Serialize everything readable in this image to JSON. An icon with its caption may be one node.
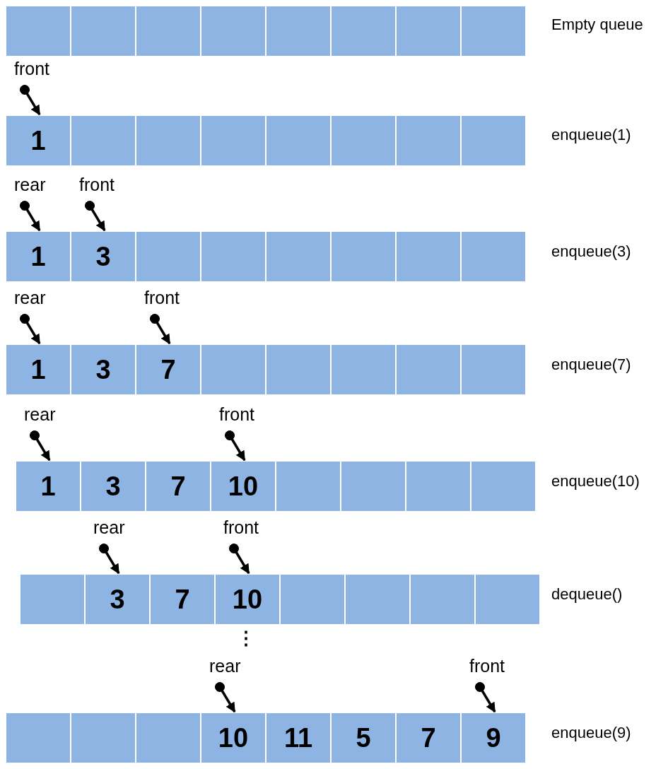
{
  "diagram": {
    "nodes": [
      {
        "text": [],
        "shape": "box"
      },
      {
        "text": [],
        "shape": "box"
      },
      {
        "text": [],
        "shape": "box"
      },
      {
        "text": [],
        "shape": "box"
      },
      {
        "text": [],
        "shape": "box"
      },
      {
        "text": [],
        "shape": "box"
      },
      {
        "text": [],
        "shape": "box"
      },
      {
        "text": [],
        "shape": "box"
      },
      {
        "text": [
          "front"
        ]
      },
      {
        "text": [
          "1"
        ]
      },
      {
        "text": [],
        "shape": "box"
      },
      {
        "text": [],
        "shape": "box"
      },
      {
        "text": [],
        "shape": "box"
      },
      {
        "text": [],
        "shape": "box"
      },
      {
        "text": [],
        "shape": "box"
      },
      {
        "text": [],
        "shape": "box"
      },
      {
        "text": [],
        "shape": "box"
      },
      {
        "text": [
          "rear"
        ]
      },
      {
        "text": [
          "front"
        ]
      },
      {
        "text": [
          "1"
        ]
      },
      {
        "text": [
          "3"
        ]
      },
      {
        "text": [],
        "shape": "box"
      },
      {
        "text": [],
        "shape": "box"
      },
      {
        "text": [],
        "shape": "box"
      },
      {
        "text": [],
        "shape": "box"
      },
      {
        "text": [],
        "shape": "box"
      },
      {
        "text": [],
        "shape": "box"
      },
      {
        "text": [
          "rear"
        ]
      },
      {
        "text": [
          "front"
        ]
      },
      {
        "text": [
          "1"
        ]
      },
      {
        "text": [
          "3"
        ]
      },
      {
        "text": [
          "7"
        ]
      },
      {
        "text": [],
        "shape": "box"
      },
      {
        "text": [],
        "shape": "box"
      },
      {
        "text": [],
        "shape": "box"
      },
      {
        "text": [],
        "shape": "box"
      },
      {
        "text": [],
        "shape": "box"
      },
      {
        "text": [
          "rear"
        ]
      },
      {
        "text": [
          "front"
        ]
      },
      {
        "text": [
          "1"
        ]
      },
      {
        "text": [
          "3"
        ]
      },
      {
        "text": [
          "7"
        ]
      },
      {
        "text": [
          "10"
        ]
      },
      {
        "text": [],
        "shape": "box"
      },
      {
        "text": [],
        "shape": "box"
      },
      {
        "text": [],
        "shape": "box"
      },
      {
        "text": [],
        "shape": "box"
      },
      {
        "text": [
          "rear"
        ]
      },
      {
        "text": [
          "front"
        ]
      },
      {
        "text": [],
        "shape": "box"
      },
      {
        "text": [
          "3"
        ]
      },
      {
        "text": [
          "7"
        ]
      },
      {
        "text": [
          "10"
        ]
      },
      {
        "text": [],
        "shape": "box"
      },
      {
        "text": [],
        "shape": "box"
      },
      {
        "text": [],
        "shape": "box"
      },
      {
        "text": [],
        "shape": "box"
      },
      {
        "text": [
          "rear"
        ]
      },
      {
        "text": [
          "front"
        ]
      },
      {
        "text": [],
        "shape": "box"
      },
      {
        "text": [],
        "shape": "box"
      },
      {
        "text": [],
        "shape": "box"
      },
      {
        "text": [
          "10"
        ]
      },
      {
        "text": [
          "11"
        ]
      },
      {
        "text": [
          "5"
        ]
      },
      {
        "text": [
          "7"
        ]
      },
      {
        "text": [
          "9"
        ]
      }
    ],
    "edges": [
      {
        "from": 8,
        "to": 9,
        "arrow": "to"
      },
      {
        "from": 17,
        "to": 19,
        "arrow": "to"
      },
      {
        "from": 18,
        "to": 20,
        "arrow": "to"
      },
      {
        "from": 27,
        "to": 29,
        "arrow": "to"
      },
      {
        "from": 28,
        "to": 31,
        "arrow": "to"
      },
      {
        "from": 37,
        "to": 39,
        "arrow": "to"
      },
      {
        "from": 38,
        "to": 42,
        "arrow": "to"
      },
      {
        "from": 47,
        "to": 50,
        "arrow": "to"
      },
      {
        "from": 48,
        "to": 52,
        "arrow": "to"
      },
      {
        "from": 57,
        "to": 62,
        "arrow": "to"
      },
      {
        "from": 58,
        "to": 66,
        "arrow": "to"
      }
    ],
    "labels": [
      "Empty queue",
      "enqueue(1)",
      "enqueue(3)",
      "enqueue(7)",
      "enqueue(10)",
      "dequeue()",
      "⋮",
      "enqueue(9)"
    ]
  }
}
